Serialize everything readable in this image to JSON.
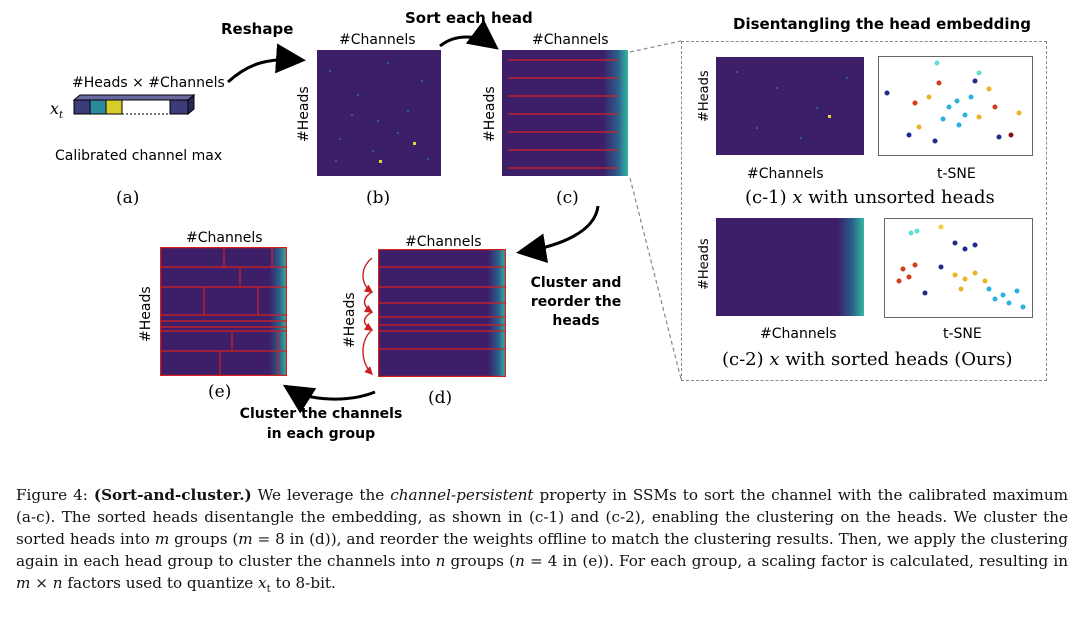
{
  "figure": {
    "reshape_label": "Reshape",
    "sort_label": "Sort each head",
    "disentangle_title": "Disentangling the head embedding",
    "xt_label": "x",
    "xt_sub": "t",
    "heads_channels": "#Heads × #Channels",
    "calibrated": "Calibrated channel max",
    "channels": "#Channels",
    "heads": "#Heads",
    "tsne": "t-SNE",
    "panel_a": "(a)",
    "panel_b": "(b)",
    "panel_c": "(c)",
    "panel_d": "(d)",
    "panel_e": "(e)",
    "c1_prefix": "(c-1) ",
    "c1_var": "x",
    "c1_suffix": " with unsorted heads",
    "c2_prefix": "(c-2) ",
    "c2_var": "x",
    "c2_suffix": " with sorted heads (Ours)",
    "cluster_reorder_1": "Cluster and",
    "cluster_reorder_2": "reorder the",
    "cluster_reorder_3": "heads",
    "cluster_channels_1": "Cluster the channels",
    "cluster_channels_2": "in each group"
  },
  "caption": {
    "label": "Figure 4:",
    "bold": "(Sort-and-cluster.)",
    "t1": " We leverage the ",
    "t1_it": "channel-persistent",
    "t2": " property in SSMs to sort the channel with the calibrated maximum (a-c). The sorted heads disentangle the embedding, as shown in (c-1) and (c-2), enabling the clustering on the heads. We cluster the sorted heads into ",
    "m": "m",
    "t3": " groups (",
    "m2": "m",
    "t4": " = 8 in (d)), and reorder the weights offline to match the clustering results. Then, we apply the clustering again in each head group to cluster the channels into ",
    "n": "n",
    "t5": " groups (",
    "n2": "n",
    "t6": " = 4 in (e)). For each group, a scaling factor is calculated, resulting in ",
    "m3": "m",
    "times": " × ",
    "n3": "n",
    "t7": " factors used to quantize ",
    "x": "x",
    "xsub": "t",
    "t8": " to 8-bit."
  },
  "colors": {
    "heat_bg": "#3b1e66",
    "red": "#d62020",
    "arrow": "#000000"
  }
}
